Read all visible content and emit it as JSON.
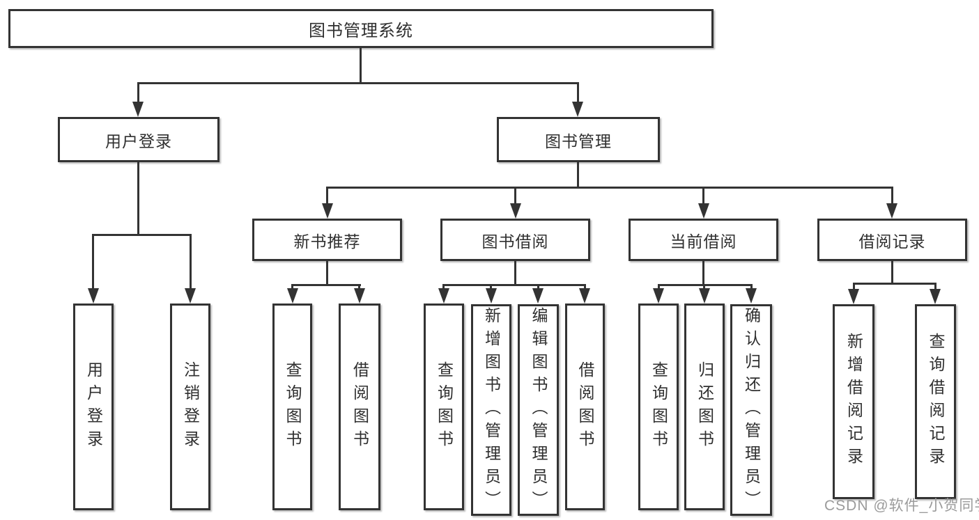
{
  "diagram": {
    "colors": {
      "line": "#333333",
      "text": "#2f2f2f",
      "background": "#ffffff",
      "watermark": "#9b9b9b"
    },
    "watermark": {
      "text": "CSDN @软件_小贺同学"
    },
    "root": {
      "label": "图书管理系统",
      "children": [
        {
          "label": "用户登录",
          "children": [
            {
              "label": "用户登录"
            },
            {
              "label": "注销登录"
            }
          ]
        },
        {
          "label": "图书管理",
          "children": [
            {
              "label": "新书推荐",
              "children": [
                {
                  "label": "查询图书"
                },
                {
                  "label": "借阅图书"
                }
              ]
            },
            {
              "label": "图书借阅",
              "children": [
                {
                  "label": "查询图书"
                },
                {
                  "label": "新增图书（管理员）"
                },
                {
                  "label": "编辑图书（管理员）"
                },
                {
                  "label": "借阅图书"
                }
              ]
            },
            {
              "label": "当前借阅",
              "children": [
                {
                  "label": "查询图书"
                },
                {
                  "label": "归还图书"
                },
                {
                  "label": "确认归还（管理员）"
                }
              ]
            },
            {
              "label": "借阅记录",
              "children": [
                {
                  "label": "新增借阅记录"
                },
                {
                  "label": "查询借阅记录"
                }
              ]
            }
          ]
        }
      ]
    }
  }
}
